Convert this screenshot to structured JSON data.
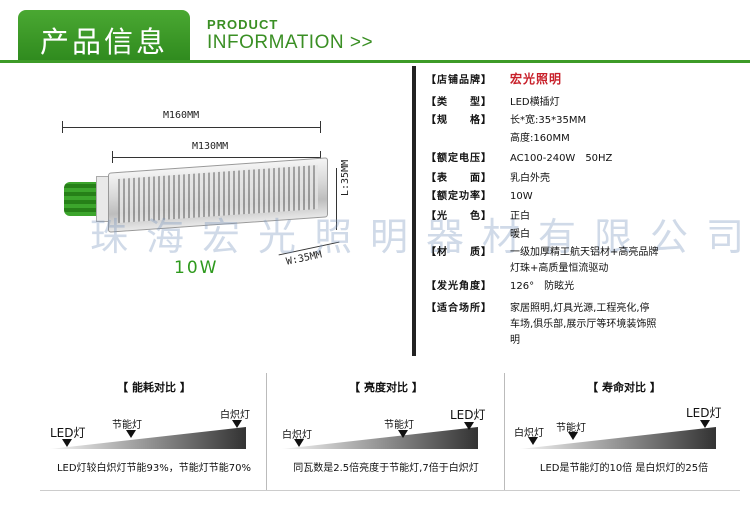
{
  "header": {
    "title": "产品信息",
    "subtitle_small": "PRODUCT",
    "subtitle_big": "INFORMATION >>"
  },
  "product": {
    "dim_total": "M160MM",
    "dim_body": "M130MM",
    "dim_height": "L:35MM",
    "dim_width": "W:35MM",
    "wattage": "10W",
    "watermark": "珠海宏光照明器材有限公司",
    "base_color": "#2f9a1e"
  },
  "specs": {
    "shop_label": "【店铺品牌】",
    "shop_value": "宏光照明",
    "rows": [
      {
        "label": "【类　　型】",
        "value": "LED横插灯"
      },
      {
        "label": "【规　　格】",
        "value": "长*宽:35*35MM"
      },
      {
        "label": "",
        "value": "高度:160MM"
      },
      {
        "label": "【额定电压】",
        "value": "AC100-240W　50HZ"
      },
      {
        "label": "【表　　面】",
        "value": "乳白外壳"
      },
      {
        "label": "【额定功率】",
        "value": "10W"
      },
      {
        "label": "【光　　色】",
        "value": "正白"
      },
      {
        "label": "",
        "value": "暖白"
      },
      {
        "label": "【材　　质】",
        "value": "一级加厚精工航天铝材+高亮品牌"
      },
      {
        "label": "",
        "value": "灯珠+高质量恒流驱动"
      },
      {
        "label": "【发光角度】",
        "value": "126°　防眩光"
      },
      {
        "label": "【适合场所】",
        "value": "家居照明,灯具光源,工程亮化,停"
      },
      {
        "label": "",
        "value": "车场,俱乐部,展示厅等环境装饰照"
      },
      {
        "label": "",
        "value": "明"
      }
    ],
    "shop_color": "#c8202a"
  },
  "comparisons": [
    {
      "title": "【 能耗对比 】",
      "items": [
        "LED灯",
        "节能灯",
        "白炽灯"
      ],
      "caption": "LED灯较白炽灯节能93%，节能灯节能70%"
    },
    {
      "title": "【 亮度对比 】",
      "items": [
        "白炽灯",
        "节能灯",
        "LED灯"
      ],
      "caption": "同瓦数是2.5倍亮度于节能灯,7倍于白炽灯"
    },
    {
      "title": "【 寿命对比 】",
      "items": [
        "白炽灯",
        "节能灯",
        "LED灯"
      ],
      "caption": "LED是节能灯的10倍 是白炽灯的25倍"
    }
  ],
  "colors": {
    "brand_green": "#3a8f24",
    "ramp_dark": "#333333",
    "ramp_light": "#f2f2f2"
  }
}
